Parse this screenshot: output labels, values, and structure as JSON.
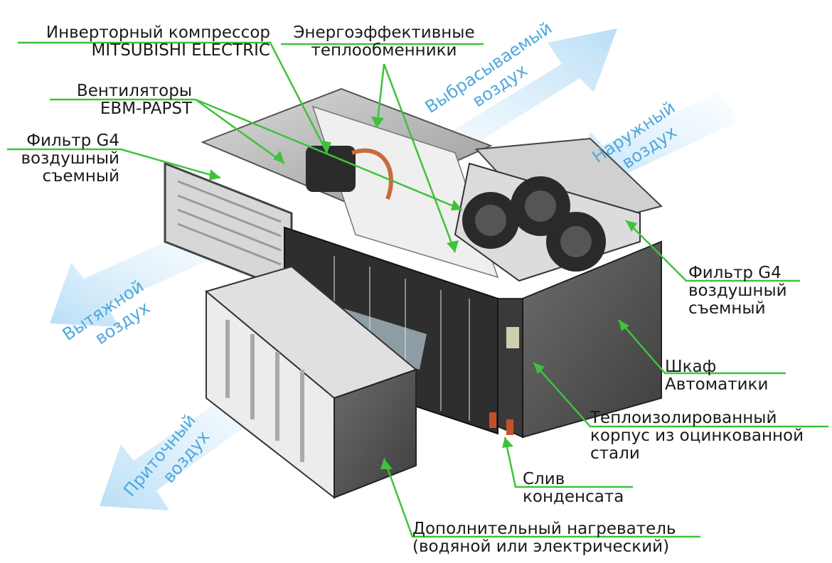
{
  "labels": {
    "compressor": {
      "line1": "Инверторный компрессор",
      "line2": "MITSUBISHI ELECTRIC"
    },
    "heat_exchangers": {
      "line1": "Энергоэффективные",
      "line2": "теплообменники"
    },
    "fans": {
      "line1": "Вентиляторы",
      "line2": "EBM-PAPST"
    },
    "filter_left": {
      "line1": "Фильтр G4",
      "line2": "воздушный",
      "line3": "съемный"
    },
    "filter_right": {
      "line1": "Фильтр G4",
      "line2": "воздушный",
      "line3": "съемный"
    },
    "cabinet": {
      "line1": "Шкаф",
      "line2": "Автоматики"
    },
    "housing": {
      "line1": "Теплоизолированный",
      "line2": "корпус из оцинкованной",
      "line3": "стали"
    },
    "drain": {
      "line1": "Слив",
      "line2": "конденсата"
    },
    "heater": {
      "line1": "Дополнительный нагреватель",
      "line2": "(водяной или электрический)"
    }
  },
  "airflows": {
    "exhaust_out": {
      "line1": "Выбрасываемый",
      "line2": "воздух"
    },
    "outdoor": {
      "line1": "Наружный",
      "line2": "воздух"
    },
    "extract": {
      "line1": "Вытяжной",
      "line2": "воздух"
    },
    "supply": {
      "line1": "Приточный",
      "line2": "воздух"
    }
  },
  "colors": {
    "leader": "#3fc23a",
    "arrow": "#bfe2f7",
    "arrow_text": "#4fa8dc",
    "housing": "#5b5b5b",
    "panel_light": "#e9e9e9"
  }
}
